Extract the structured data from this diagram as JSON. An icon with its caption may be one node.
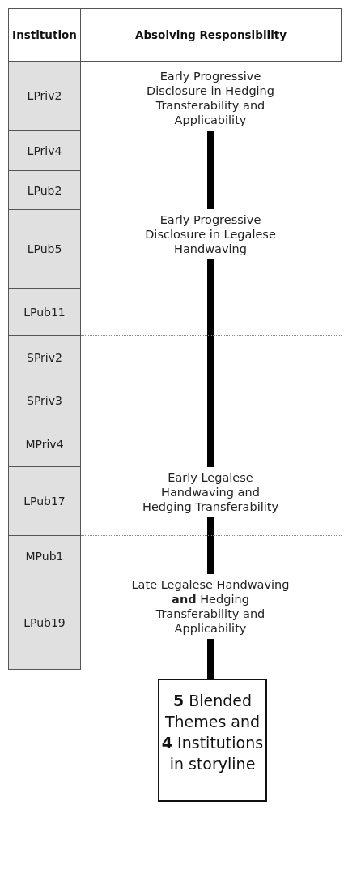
{
  "diagram": {
    "nodes": [
      {
        "text": [
          "Early Progressive Disclosure in Hedging Transferability and Applicability"
        ]
      },
      {
        "text": [
          "Early Progressive Disclosure in Legalese Handwaving"
        ]
      },
      {
        "text": [
          "Early Legalese Handwaving and Hedging Transferability"
        ]
      },
      {
        "text": [
          "Late Legalese Handwaving **and** Hedging Transferability and Applicability"
        ]
      },
      {
        "text": [
          "**5** Blended Themes and **4** Institutions in storyline"
        ]
      }
    ],
    "edges": [
      {
        "from": 0,
        "to": 1,
        "arrow": "none"
      },
      {
        "from": 1,
        "to": 2,
        "arrow": "none"
      },
      {
        "from": 2,
        "to": 3,
        "arrow": "none"
      },
      {
        "from": 3,
        "to": 4,
        "arrow": "none"
      }
    ],
    "labels": [
      "Institution",
      "Absolving Responsibility",
      "LPriv2",
      "LPriv4",
      "LPub2",
      "LPub5",
      "LPub11",
      "SPriv2",
      "SPriv3",
      "MPriv4",
      "LPub17",
      "MPub1",
      "LPub19"
    ]
  }
}
